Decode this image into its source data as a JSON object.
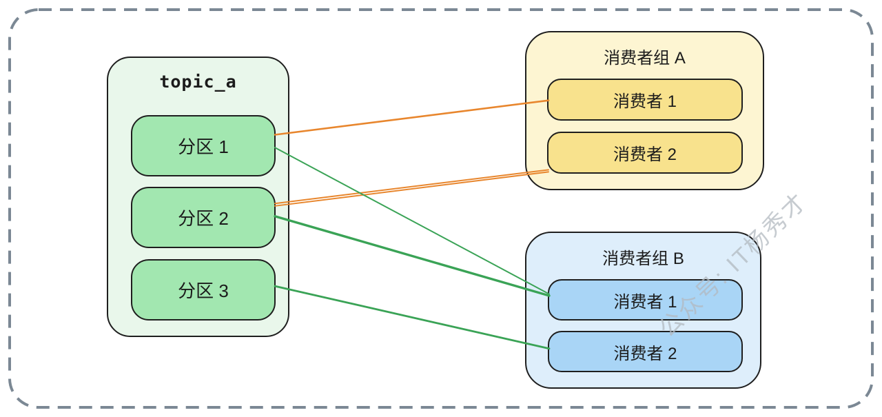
{
  "canvas": {
    "background": "#ffffff",
    "frame_color": "#7b8894",
    "line_color": "#1e1e1e",
    "text_color": "#1b1b1b"
  },
  "watermark": {
    "text": "公众号: IT杨秀才",
    "color": "#b3bac1"
  },
  "topic": {
    "title": "topic_a",
    "fill": "#e9f7eb",
    "partition_fill": "#a2e7b0",
    "partitions": [
      {
        "label": "分区 1"
      },
      {
        "label": "分区 2"
      },
      {
        "label": "分区 3"
      }
    ]
  },
  "groups": [
    {
      "title": "消费者组 A",
      "fill": "#fdf5d2",
      "consumer_fill": "#f8e28d",
      "consumers": [
        {
          "label": "消费者 1"
        },
        {
          "label": "消费者 2"
        }
      ]
    },
    {
      "title": "消费者组 B",
      "fill": "#deeefb",
      "consumer_fill": "#a9d5f6",
      "consumers": [
        {
          "label": "消费者 1"
        },
        {
          "label": "消费者 2"
        }
      ]
    }
  ],
  "connections": [
    {
      "from": "partition-1",
      "to": "group-a-consumer-1",
      "color": "#e8862d",
      "width": 2.6,
      "from_t": 0.32,
      "to_t": 0.52,
      "double": false
    },
    {
      "from": "partition-2",
      "to": "group-a-consumer-2",
      "color": "#e8862d",
      "width": 2.0,
      "from_t": 0.29,
      "to_t": 0.93,
      "double": true
    },
    {
      "from": "partition-1",
      "to": "group-b-consumer-1",
      "color": "#3aa356",
      "width": 2.0,
      "from_t": 0.53,
      "to_t": 0.36,
      "double": false
    },
    {
      "from": "partition-2",
      "to": "group-b-consumer-1",
      "color": "#3aa356",
      "width": 3.4,
      "from_t": 0.48,
      "to_t": 0.4,
      "double": false
    },
    {
      "from": "partition-3",
      "to": "group-b-consumer-2",
      "color": "#3aa356",
      "width": 2.8,
      "from_t": 0.44,
      "to_t": 0.43,
      "double": false
    }
  ]
}
